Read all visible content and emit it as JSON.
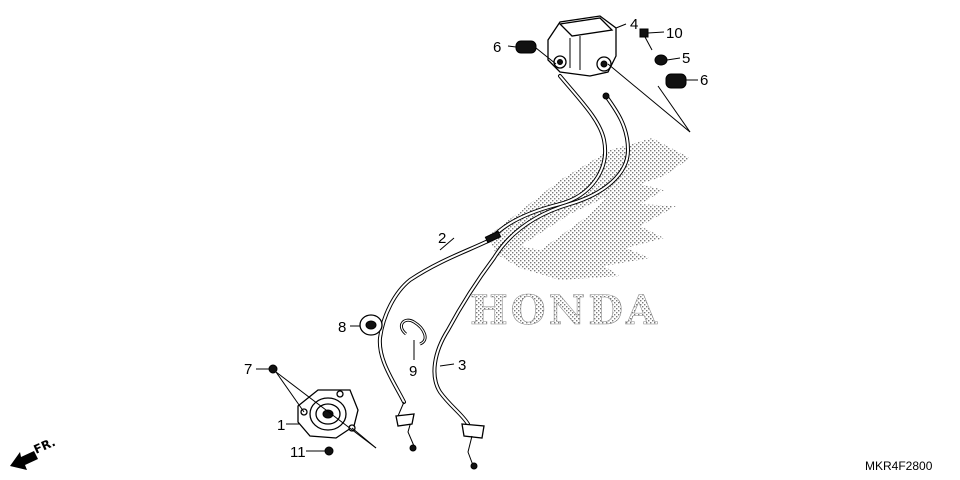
{
  "watermark": {
    "brand": "HONDA"
  },
  "callouts": {
    "c1": "1",
    "c2": "2",
    "c3": "3",
    "c4": "4",
    "c5": "5",
    "c6a": "6",
    "c6b": "6",
    "c7": "7",
    "c8": "8",
    "c9": "9",
    "c10": "10",
    "c11": "11"
  },
  "direction_marker": {
    "label": "FR."
  },
  "diagram_code": "MKR4F2800"
}
